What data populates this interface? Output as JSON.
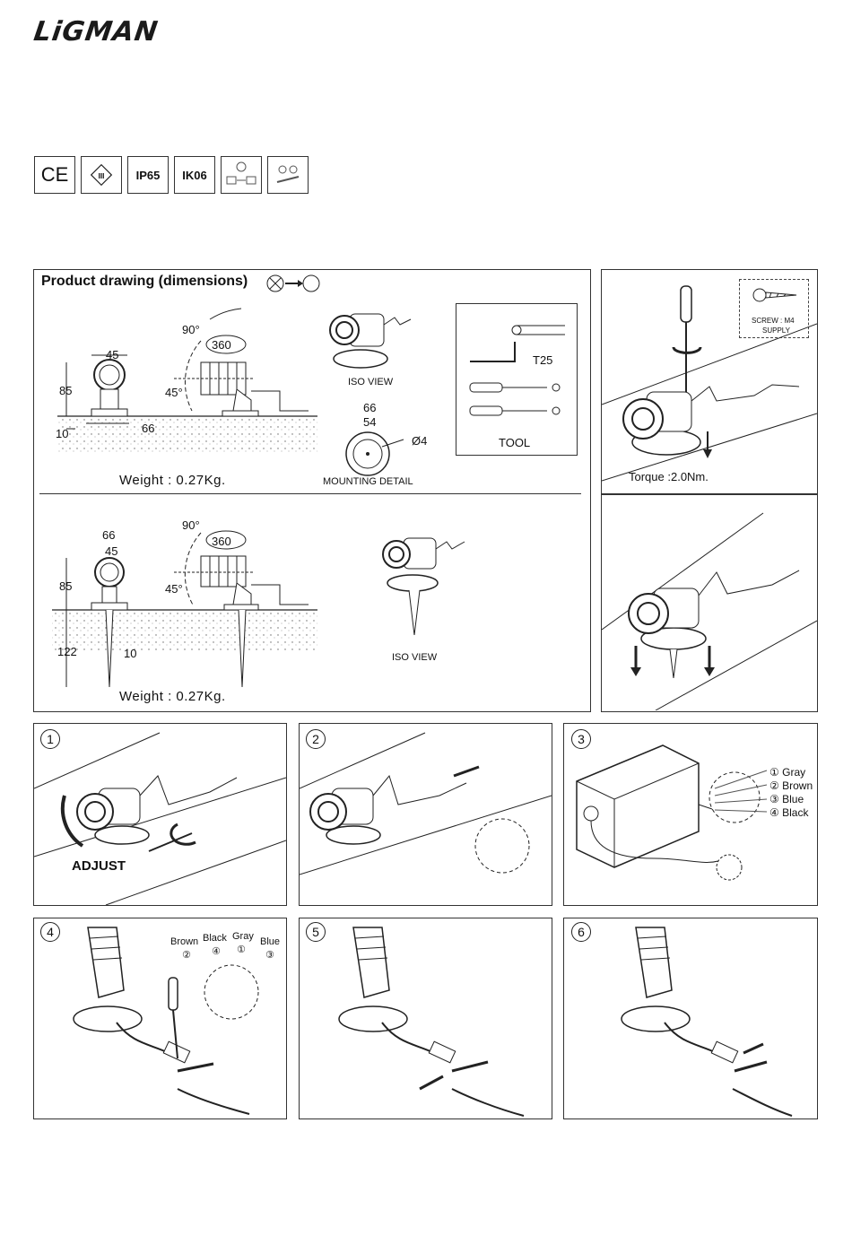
{
  "brand": "LiGMAN",
  "certifications": [
    {
      "label": "CE"
    },
    {
      "label": "III"
    },
    {
      "label": "IP65"
    },
    {
      "label": "IK06"
    },
    {
      "label": ""
    },
    {
      "label": ""
    }
  ],
  "drawing": {
    "title": "Product drawing (dimensions)",
    "surface": {
      "width": "45",
      "height": "85",
      "depth": "10",
      "length": "66",
      "tilt": "90°",
      "tilt_low": "45°",
      "rotation": "360",
      "weight": "Weight : 0.27Kg.",
      "iso_label": "ISO VIEW",
      "mount_outer": "66",
      "mount_inner": "54",
      "mount_hole": "Ø4",
      "mount_label": "MOUNTING DETAIL"
    },
    "spike": {
      "outer_width": "66",
      "width": "45",
      "height": "85",
      "spike_len": "122",
      "depth": "10",
      "tilt": "90°",
      "tilt_low": "45°",
      "rotation": "360",
      "weight": "Weight : 0.27Kg.",
      "iso_label": "ISO VIEW"
    },
    "tool": {
      "key": "T25",
      "label": "TOOL"
    }
  },
  "install": {
    "screw": "SCREW : M4",
    "supply": "SUPPLY",
    "torque": "Torque :2.0Nm."
  },
  "steps": [
    {
      "num": "1",
      "text": "ADJUST"
    },
    {
      "num": "2"
    },
    {
      "num": "3",
      "wires": [
        {
          "n": "①",
          "color": "Gray"
        },
        {
          "n": "②",
          "color": "Brown"
        },
        {
          "n": "③",
          "color": "Blue"
        },
        {
          "n": "④",
          "color": "Black"
        }
      ]
    },
    {
      "num": "4",
      "wires": [
        {
          "color": "Brown",
          "n": "②"
        },
        {
          "color": "Black",
          "n": "④"
        },
        {
          "color": "Gray",
          "n": "①"
        },
        {
          "color": "Blue",
          "n": "③"
        }
      ]
    },
    {
      "num": "5"
    },
    {
      "num": "6"
    }
  ]
}
